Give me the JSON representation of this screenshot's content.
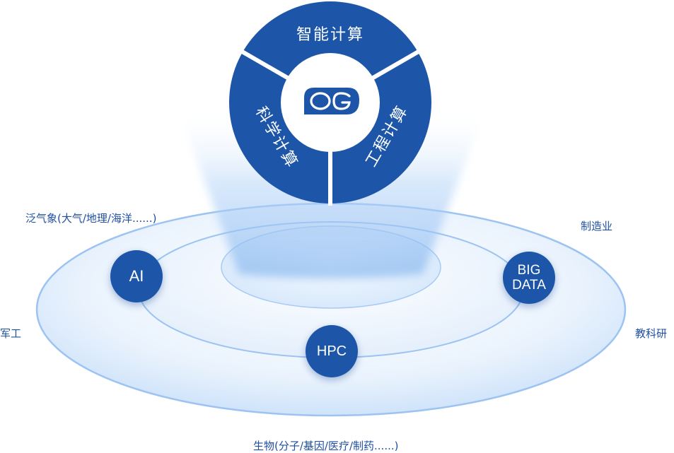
{
  "hub": {
    "logo_text": "OG",
    "segments": [
      {
        "label": "智能计算"
      },
      {
        "label": "工程计算"
      },
      {
        "label": "科学计算"
      }
    ]
  },
  "nodes": {
    "ai": "AI",
    "big_data_line1": "BIG",
    "big_data_line2": "DATA",
    "hpc": "HPC"
  },
  "industries": {
    "meteorology": "泛气象(大气/地理/海洋......)",
    "manufacturing": "制造业",
    "military": "军工",
    "education_research": "教科研",
    "biology": "生物(分子/基因/医疗/制药......)"
  },
  "colors": {
    "primary": "#1d56a8",
    "ring_stroke": "#8fbaf0",
    "label": "#1f4fa0",
    "glow": "#a9cdf7"
  }
}
